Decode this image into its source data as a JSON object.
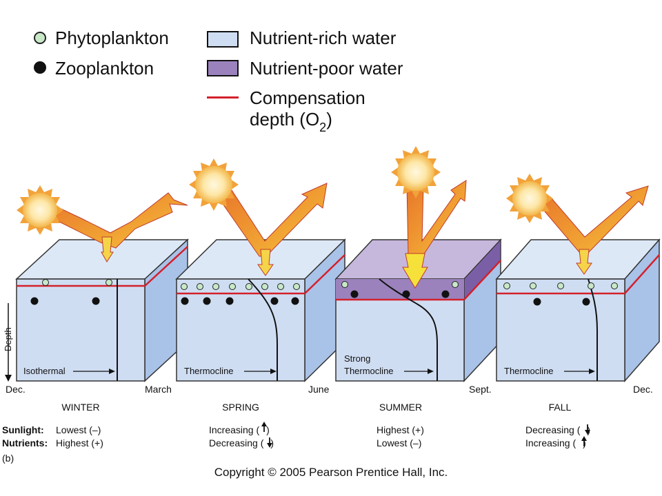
{
  "legend": {
    "phytoplankton": "Phytoplankton",
    "zooplankton": "Zooplankton",
    "nutrient_rich": "Nutrient-rich water",
    "nutrient_poor": "Nutrient-poor water",
    "compensation_line1": "Compensation",
    "compensation_line2_prefix": "depth (O",
    "compensation_sub": "2",
    "compensation_close": ")"
  },
  "colors": {
    "nutrient_rich_front": "#cfddf2",
    "nutrient_rich_top": "#dde8f6",
    "nutrient_rich_side": "#a9c2e8",
    "nutrient_poor_front": "#9b82bd",
    "nutrient_poor_top": "#c6b7dc",
    "nutrient_poor_side": "#7b5fa6",
    "compensation": "#d4202a",
    "phytoplankton": "#c8e8c8",
    "zooplankton": "#111111"
  },
  "blocks": [
    {
      "season": "WINTER",
      "label": "Isothermal",
      "poor_layer": false
    },
    {
      "season": "SPRING",
      "label": "Thermocline",
      "poor_layer": false
    },
    {
      "season": "SUMMER",
      "label_line1": "Strong",
      "label": "Thermocline",
      "poor_layer": true
    },
    {
      "season": "FALL",
      "label": "Thermocline",
      "poor_layer": false
    }
  ],
  "months": [
    "Dec.",
    "March",
    "June",
    "Sept.",
    "Dec."
  ],
  "depth_label": "Depth",
  "rows": {
    "sunlight_label": "Sunlight:",
    "nutrients_label": "Nutrients:",
    "winter_sun": "Lowest (–)",
    "winter_nut": "Highest (+)",
    "spring_sun": "Increasing (",
    "spring_nut": "Decreasing (",
    "summer_sun": "Highest (+)",
    "summer_nut": "Lowest (–)",
    "fall_sun": "Decreasing (",
    "fall_nut": "Increasing (",
    "close_paren": ")"
  },
  "panel_label": "(b)",
  "copyright": "Copyright © 2005 Pearson Prentice Hall, Inc."
}
